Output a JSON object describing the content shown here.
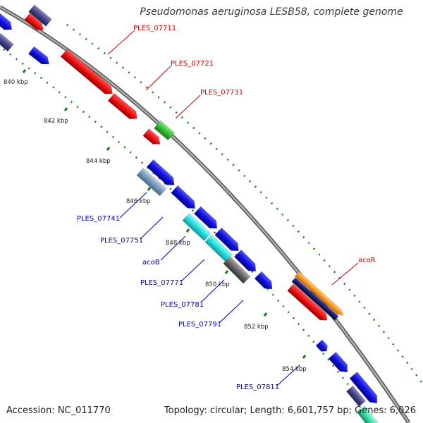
{
  "title": "Pseudomonas aeruginosa LESB58, complete genome",
  "footer": {
    "accession": "Accession: NC_011770",
    "topology": "Topology: circular; Length: 6,601,757 bp; Genes: 6,026"
  },
  "ticks": [
    "840 kbp",
    "842 kbp",
    "844 kbp",
    "846 kbp",
    "848 kbp",
    "850 kbp",
    "852 kbp",
    "854 kbp"
  ],
  "forward_labels": [
    "PLES_07711",
    "PLES_07721",
    "PLES_07731",
    "acoR"
  ],
  "reverse_labels": [
    "PLES_07741",
    "PLES_07751",
    "acoB",
    "PLES_07771",
    "PLES_07781",
    "PLES_07791",
    "PLES_07811"
  ],
  "colors": {
    "backbone": "#8a8a8a",
    "forward_label": "#cc0000",
    "reverse_label": "#0000aa",
    "red_gene": "#ee1111",
    "blue_gene": "#1111dd",
    "cyan_gene": "#22dddd",
    "green_gene": "#33bb33",
    "grey_gene": "#666666",
    "steel_gene": "#7799bb",
    "orange_gene": "#ff9922",
    "navy_gene": "#1a1a66",
    "tick_dot": "#117711"
  }
}
